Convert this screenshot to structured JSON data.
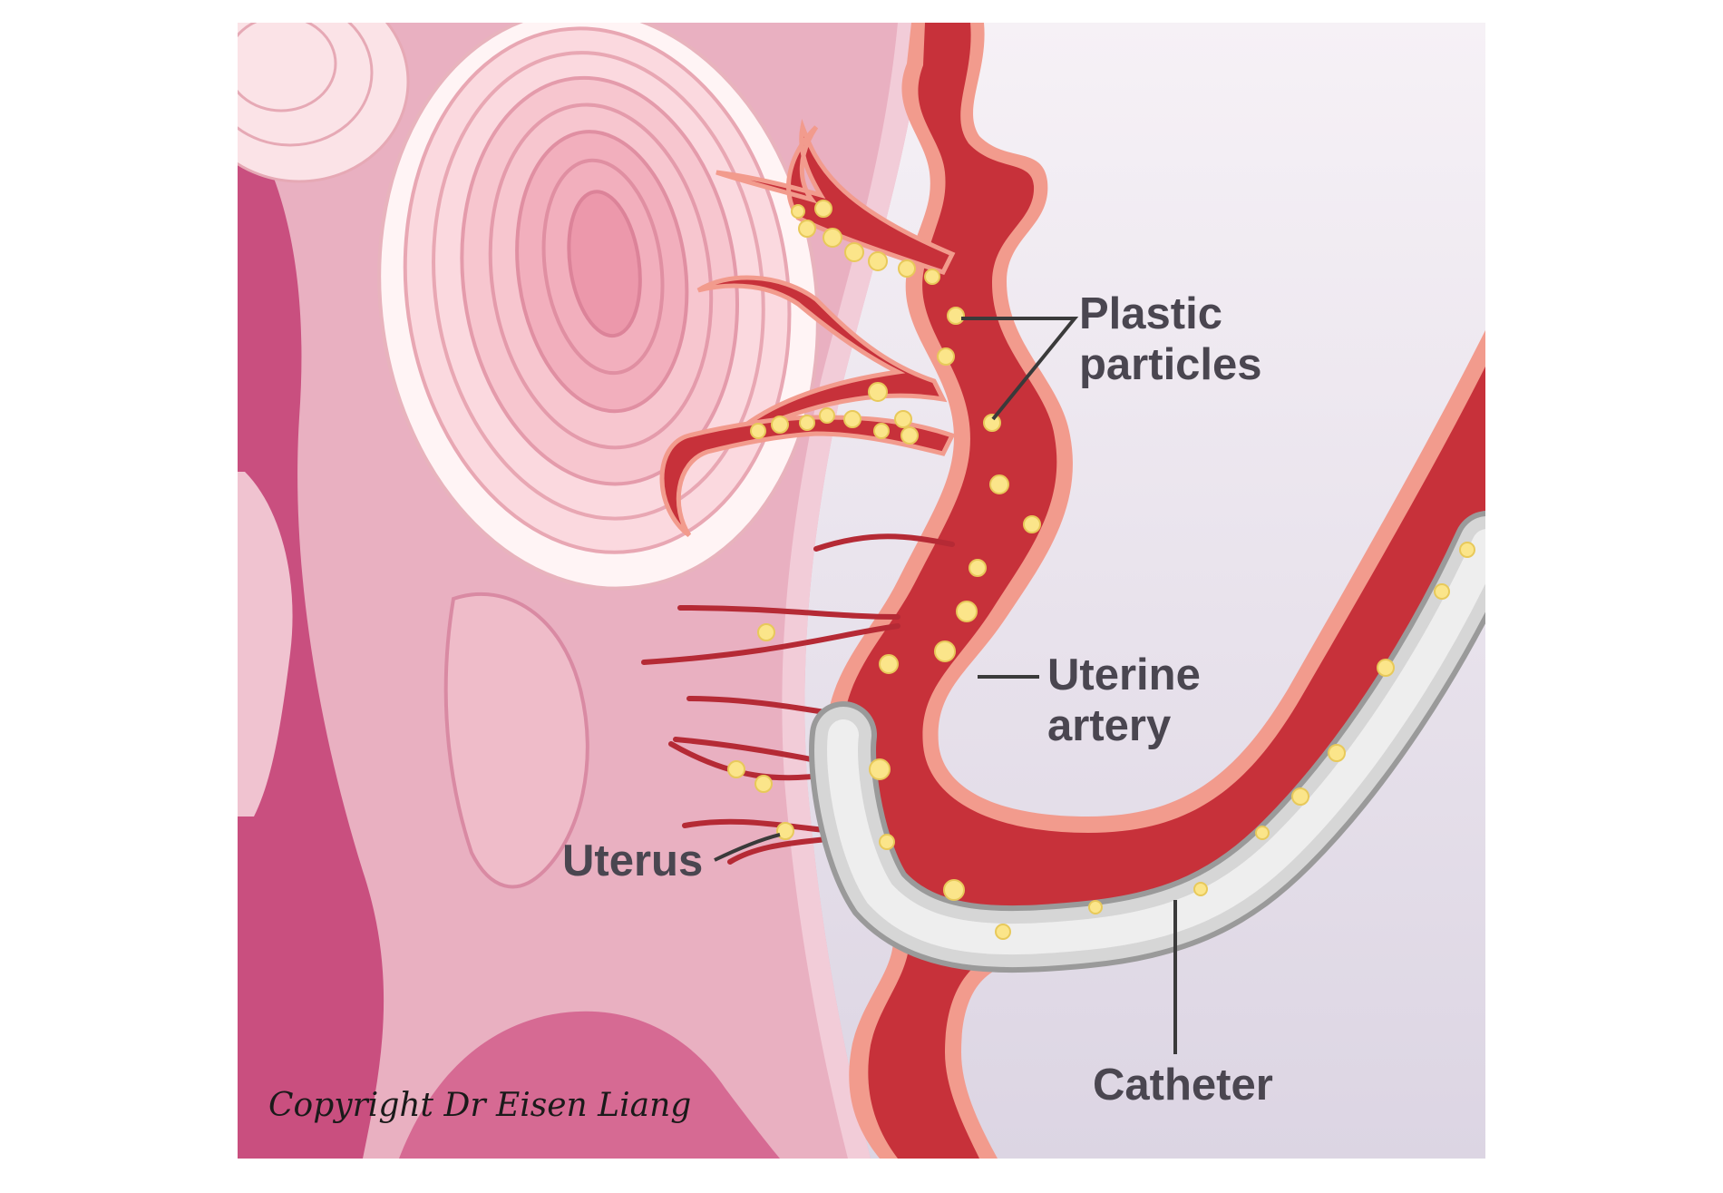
{
  "labels": {
    "plastic_line1": "Plastic",
    "plastic_line2": "particles",
    "uterine_line1": "Uterine",
    "uterine_line2": "artery",
    "uterus": "Uterus",
    "catheter": "Catheter"
  },
  "copyright": "Copyright Dr Eisen Liang",
  "colors": {
    "background_right": "#efe9f1",
    "uterus_wall": "#e6a3b8",
    "uterus_cavity": "#c9527f",
    "fibroid": "#f4c8cf",
    "artery_outer": "#ef9788",
    "artery_lumen": "#c3303a",
    "catheter": "#d9d9d9",
    "particles": "#fbe58a",
    "label_text": "#4a4650"
  }
}
